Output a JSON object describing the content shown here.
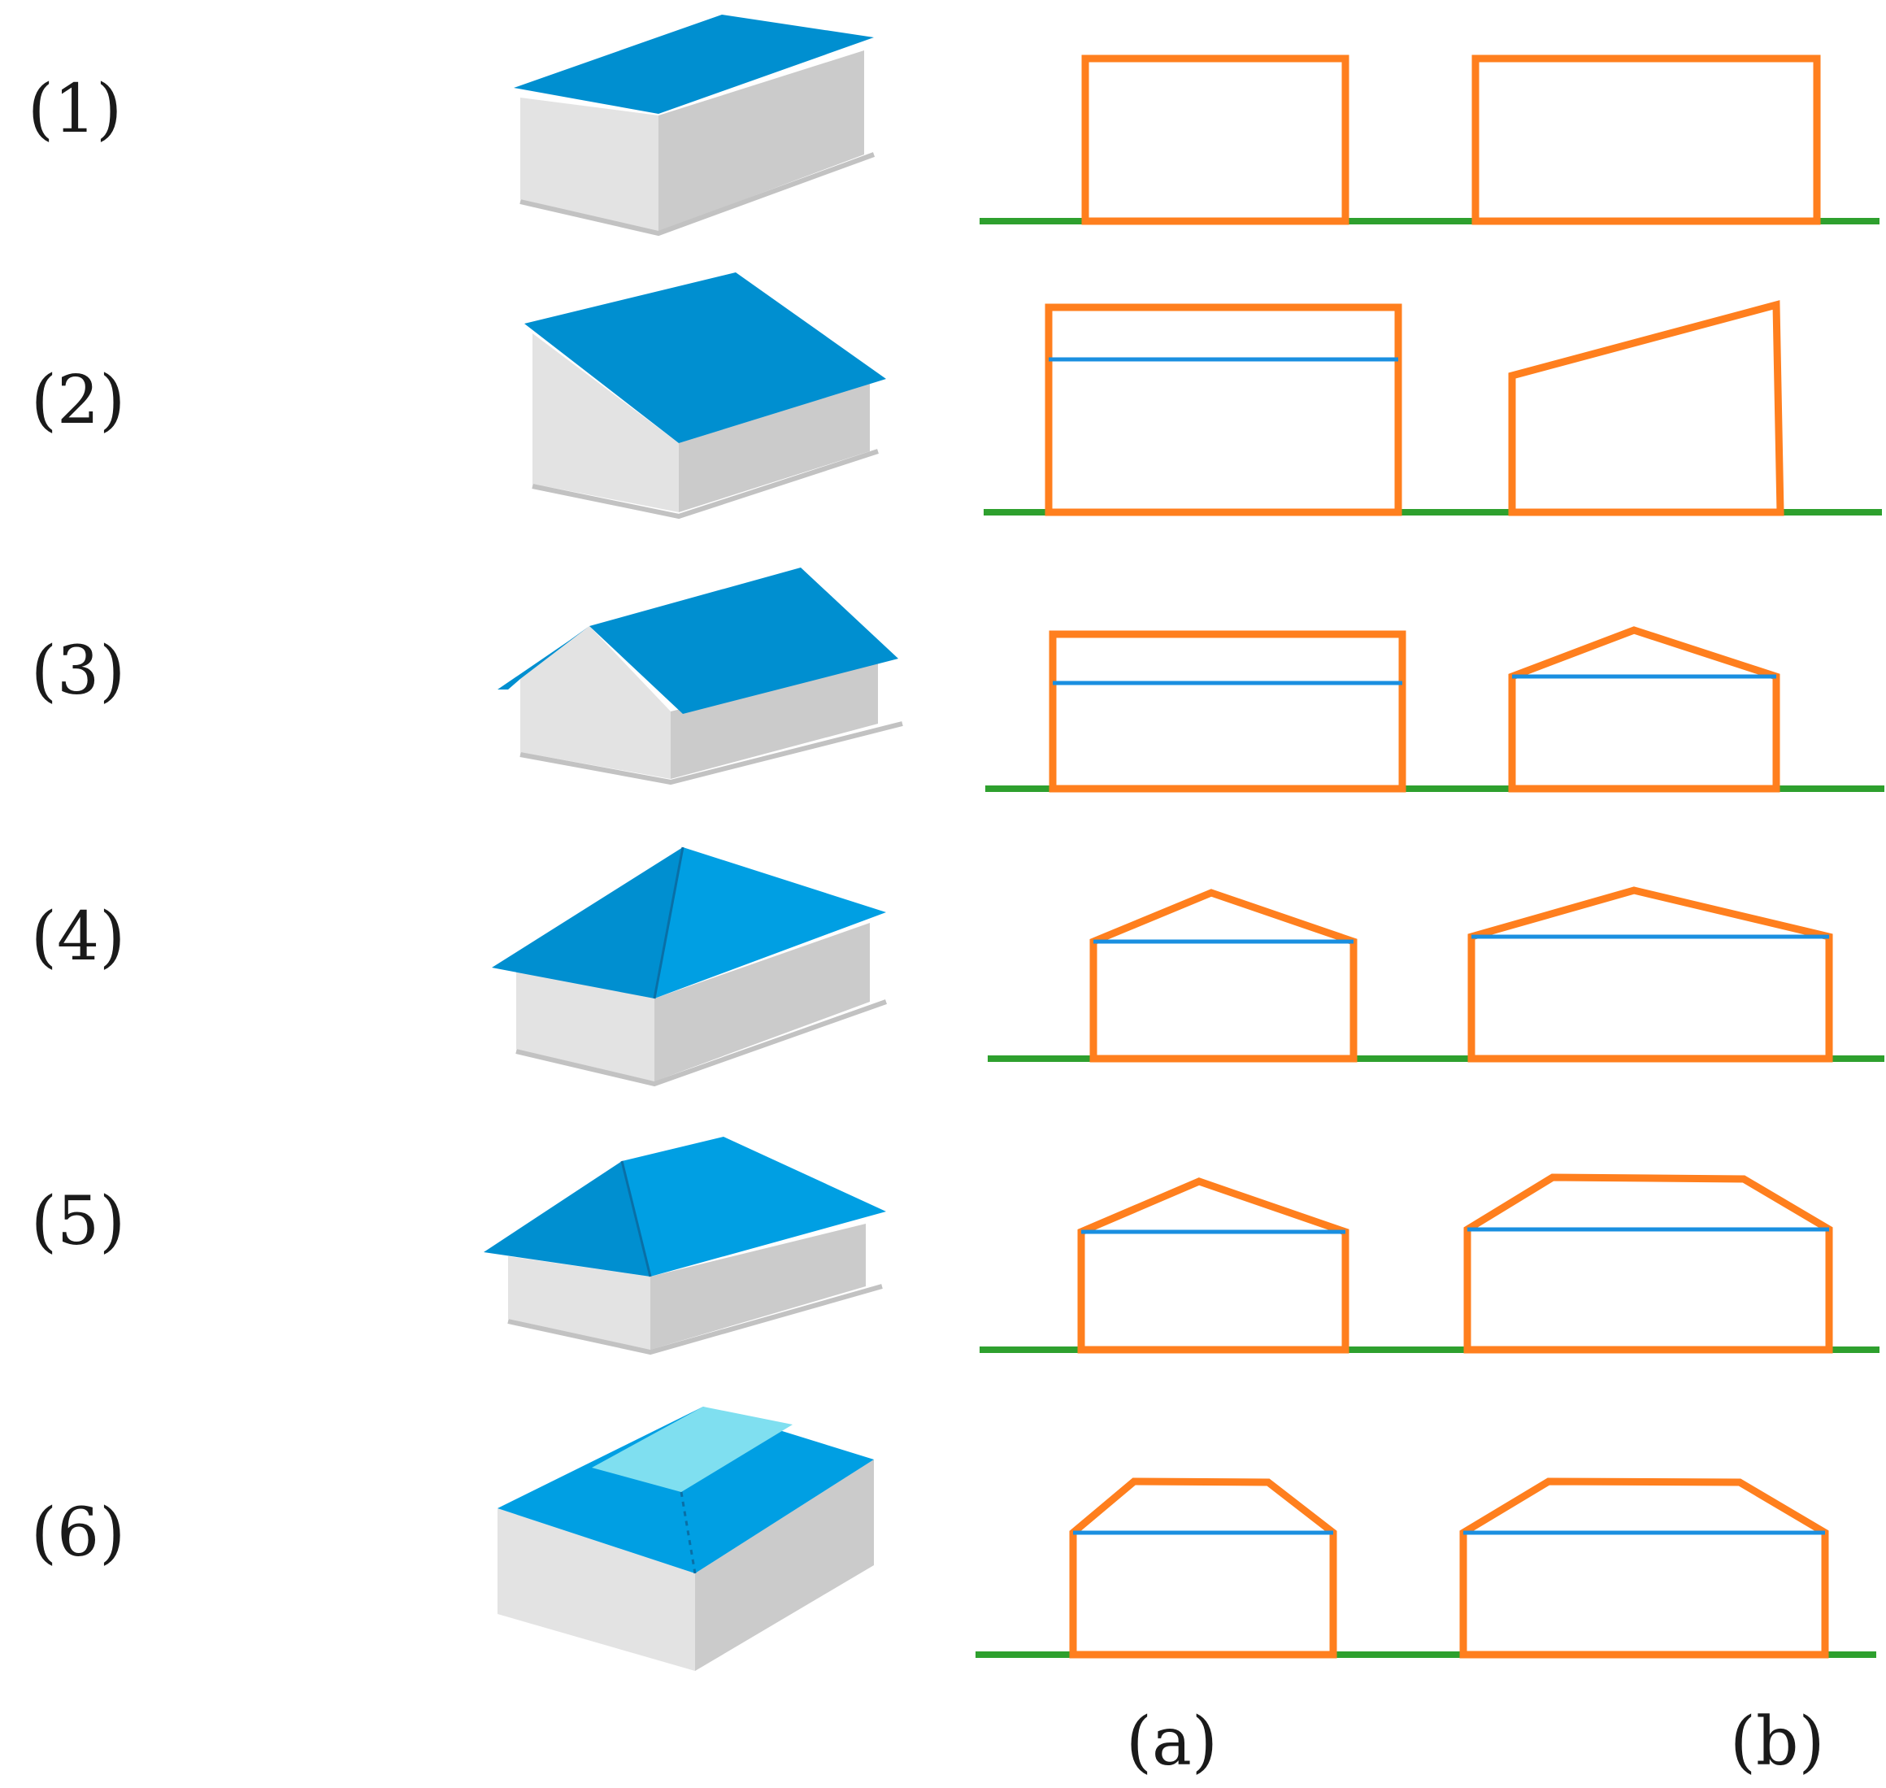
{
  "row_labels": [
    "(1)",
    "(2)",
    "(3)",
    "(4)",
    "(5)",
    "(6)"
  ],
  "column_labels": {
    "a": "(a)",
    "b": "(b)"
  },
  "colors": {
    "section_outline": "#ff7f1e",
    "eave_line": "#1a8fe0",
    "ground_line": "#2ea02e",
    "roof": "#008fd0",
    "flat_roof_top": "#7fdff0",
    "wall_light": "#e3e3e3",
    "wall_dark": "#cbcbcb"
  }
}
